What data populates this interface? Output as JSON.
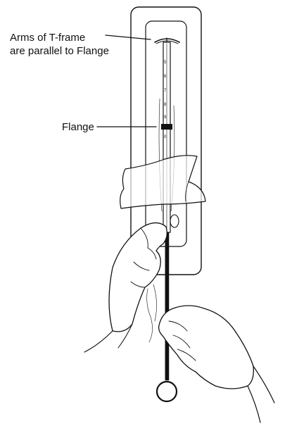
{
  "labels": {
    "arms_line1": "Arms of T-frame",
    "arms_line2": "are parallel to Flange",
    "flange": "Flange"
  },
  "tube_scale": [
    "5",
    "6",
    "7",
    "8",
    "9",
    "0"
  ],
  "colors": {
    "line": "#111111",
    "background": "#ffffff",
    "flange": "#111111"
  }
}
